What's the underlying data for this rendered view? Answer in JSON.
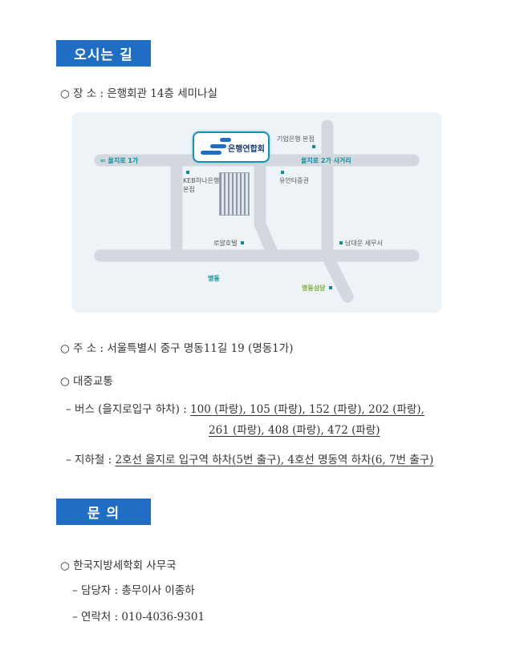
{
  "section1": {
    "title": "오시는 길"
  },
  "venue": "○ 장 소 : 은행회관 14층 세미나실",
  "map": {
    "logo_name": "은행연합회",
    "labels": {
      "euljiro1": "⇐ 을지로 1가",
      "euljiro2": "을지로 2가 사거리",
      "ibk": "기업은행 본점",
      "keb1": "KEB하나은행",
      "keb2": "본점",
      "yuanta": "유안타증권",
      "royal": "로얄호텔",
      "namdaemun": "남대문 세무서",
      "myeongdong": "명동",
      "cathedral": "명동성당"
    }
  },
  "address": "○ 주 소 : 서울특별시 중구 명동11길 19 (명동1가)",
  "transit": {
    "title": "○ 대중교통",
    "bus_label": "– 버스 (을지로입구 하차) : ",
    "bus_line1": "100 (파랑), 105 (파랑), 152 (파랑), 202 (파랑),",
    "bus_line2": "261 (파랑), 408 (파랑), 472 (파랑)",
    "subway_label": "– 지하철 : ",
    "subway": "2호선 을지로 입구역 하차(5번 출구), 4호선 명동역 하차(6, 7번 출구)"
  },
  "section2": {
    "title": "문 의"
  },
  "contact": {
    "org": "○ 한국지방세학회 사무국",
    "manager": "– 담당자 : 총무이사 이종하",
    "phone": "– 연락처 : 010-4036-9301"
  }
}
